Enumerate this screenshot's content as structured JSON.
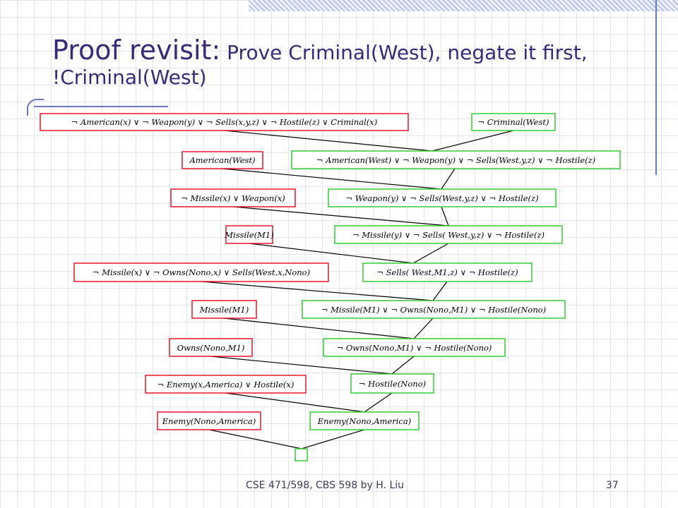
{
  "slide": {
    "title_main": "Proof revisit:",
    "title_sub": " Prove Criminal(West), negate it first, !Criminal(West)",
    "footer_credit": "CSE 471/598, CBS 598 by H. Liu",
    "page_number": "37"
  },
  "diagram": {
    "colors": {
      "premise": "#e8132a",
      "resolvent": "#33cc33",
      "text": "#000000"
    },
    "premises": [
      "¬ American(x)  ∨ ¬ Weapon(y)  ∨ ¬ Sells(x,y,z)   ∨ ¬ Hostile(z)  ∨ Criminal(x)",
      "American(West)",
      "¬ Missile(x)  ∨ Weapon(x)",
      "Missile(M1)",
      "¬ Missile(x)  ∨ ¬ Owns(Nono,x)  ∨ Sells(West,x,Nono)",
      "Missile(M1)",
      "Owns(Nono,M1)",
      "¬ Enemy(x,America)  ∨ Hostile(x)",
      "Enemy(Nono,America)"
    ],
    "resolvents": [
      "¬ Criminal(West)",
      "¬ American(West)  ∨ ¬ Weapon(y)  ∨ ¬ Sells(West,y,z)  ∨ ¬ Hostile(z)",
      "¬ Weapon(y)  ∨ ¬ Sells(West,y,z)   ∨ ¬ Hostile(z)",
      "¬ Missile(y)  ∨ ¬ Sells( West,y,z)   ∨ ¬ Hostile(z)",
      "¬ Sells( West,M1,z)   ∨ ¬ Hostile(z)",
      "¬ Missile(M1)  ∨ ¬ Owns(Nono,M1)  ∨ ¬ Hostile(Nono)",
      "¬ Owns(Nono,M1)  ∨ ¬ Hostile(Nono)",
      "¬ Hostile(Nono)",
      "Enemy(Nono,America)"
    ]
  }
}
